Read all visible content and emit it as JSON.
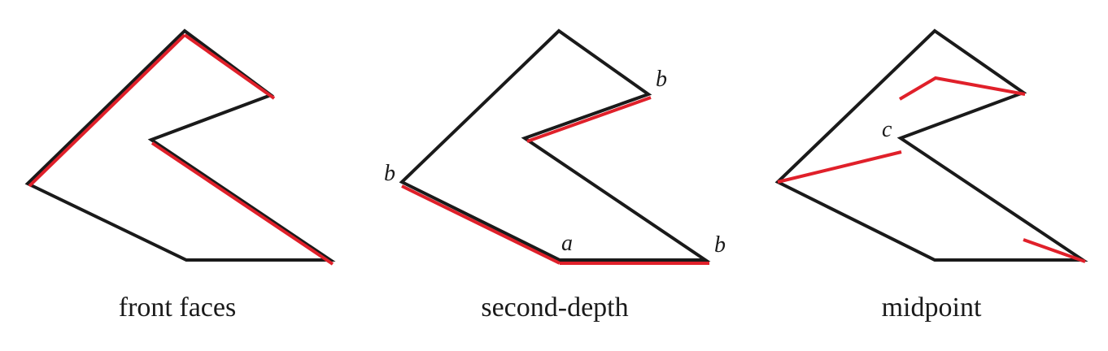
{
  "colors": {
    "outline": "#1a1a1a",
    "highlight": "#e0202a",
    "background": "#ffffff"
  },
  "panels": [
    {
      "caption": "front faces",
      "labels": []
    },
    {
      "caption": "second-depth",
      "labels": [
        "b",
        "b",
        "a",
        "b"
      ]
    },
    {
      "caption": "midpoint",
      "labels": [
        "c"
      ]
    }
  ]
}
